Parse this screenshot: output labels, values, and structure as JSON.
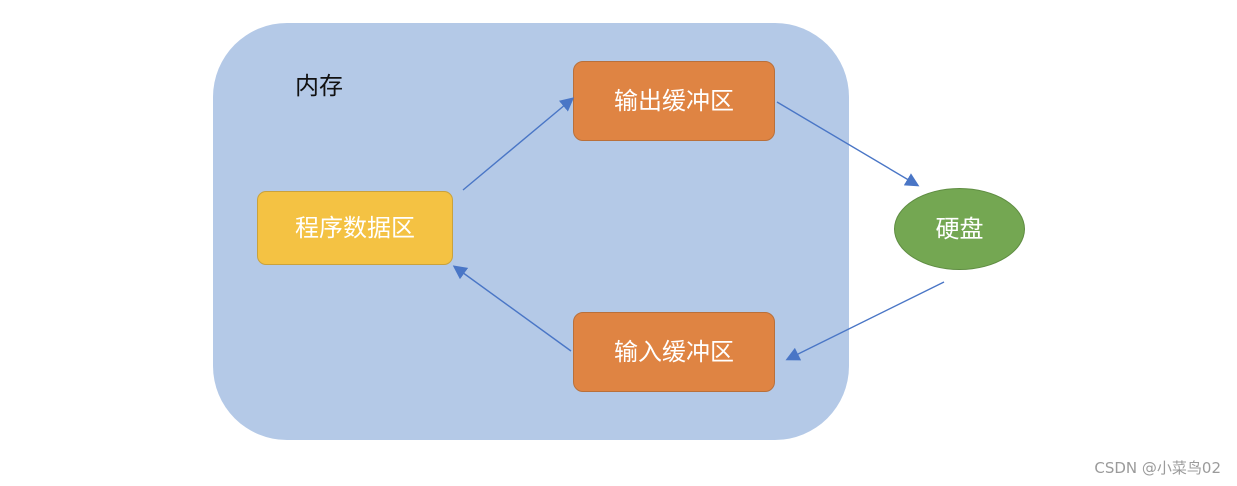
{
  "diagram": {
    "memory_label": "内存",
    "program_data_area": "程序数据区",
    "output_buffer": "输出缓冲区",
    "input_buffer": "输入缓冲区",
    "disk": "硬盘"
  },
  "colors": {
    "memory_fill": "#b4c9e7",
    "program_fill": "#f4c243",
    "buffer_fill": "#df8443",
    "disk_fill": "#74a752",
    "arrow": "#4a76c6"
  },
  "watermark": "CSDN @小菜鸟02"
}
